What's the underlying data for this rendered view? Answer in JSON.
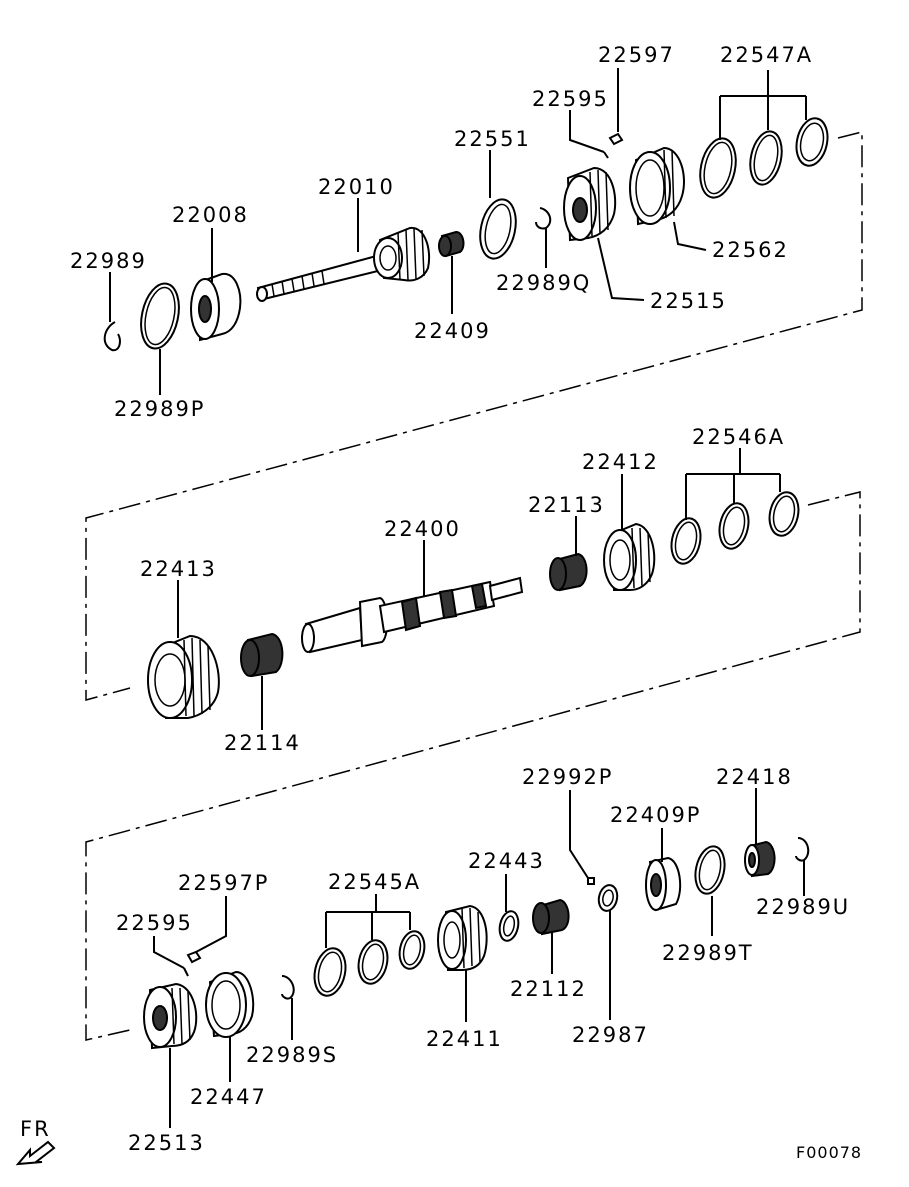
{
  "labels": {
    "l22597": "22597",
    "l22547A": "22547A",
    "l22595a": "22595",
    "l22551": "22551",
    "l22010": "22010",
    "l22008": "22008",
    "l22989": "22989",
    "l22562": "22562",
    "l22989Q": "22989Q",
    "l22515": "22515",
    "l22409": "22409",
    "l22989P": "22989P",
    "l22546A": "22546A",
    "l22412": "22412",
    "l22113": "22113",
    "l22400": "22400",
    "l22413": "22413",
    "l22114": "22114",
    "l22992P": "22992P",
    "l22418": "22418",
    "l22409P": "22409P",
    "l22443": "22443",
    "l22545A": "22545A",
    "l22597P": "22597P",
    "l22595b": "22595",
    "l22989U": "22989U",
    "l22989T": "22989T",
    "l22112": "22112",
    "l22987": "22987",
    "l22411": "22411",
    "l22989S": "22989S",
    "l22447": "22447",
    "l22513": "22513"
  },
  "front_indicator": "FR",
  "figure_code": "F00078"
}
